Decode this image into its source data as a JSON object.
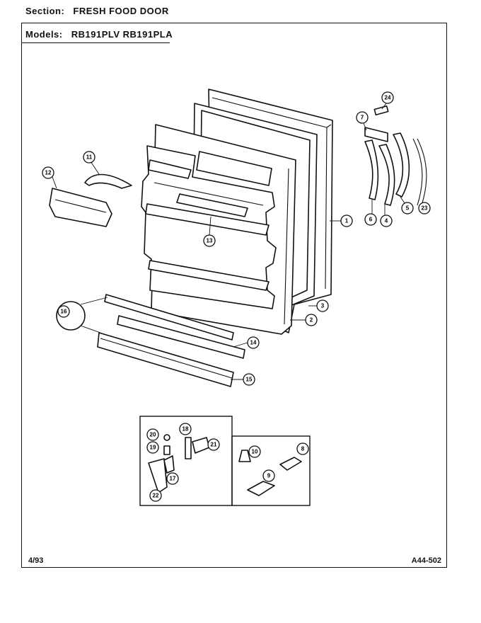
{
  "header": {
    "section_key": "Section:",
    "section_value": "FRESH FOOD DOOR",
    "models_key": "Models:",
    "models_value": "RB191PLV RB191PLA"
  },
  "footer": {
    "date": "4/93",
    "code": "A44-502"
  },
  "callouts": [
    "1",
    "2",
    "3",
    "4",
    "5",
    "6",
    "7",
    "8",
    "9",
    "10",
    "11",
    "12",
    "13",
    "14",
    "15",
    "16",
    "17",
    "18",
    "19",
    "20",
    "21",
    "22",
    "23",
    "24"
  ]
}
